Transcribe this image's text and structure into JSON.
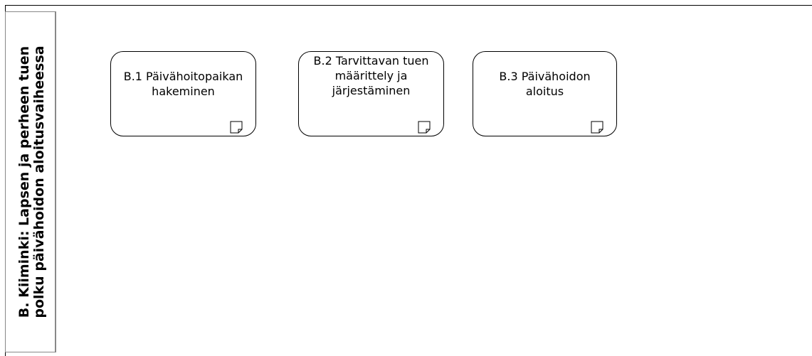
{
  "lane": {
    "title": "B. Kiiminki: Lapsen ja perheen tuen polku päivähoidon aloitusvaiheessa"
  },
  "tasks": [
    {
      "label": "B.1 Päivähoitopaikan\nhakeminen",
      "icon": "document-icon"
    },
    {
      "label": "B.2 Tarvittavan tuen\nmäärittely ja\njärjestäminen",
      "icon": "document-icon"
    },
    {
      "label": "B.3 Päivähoidon\naloitus",
      "icon": "document-icon"
    }
  ]
}
